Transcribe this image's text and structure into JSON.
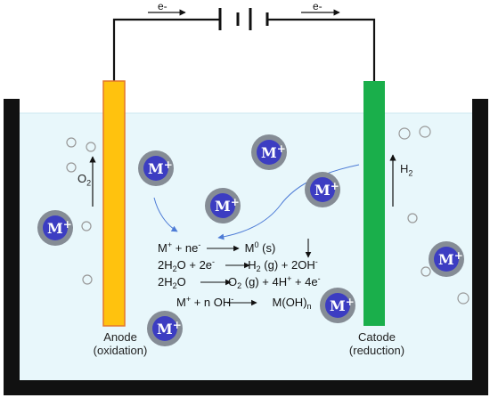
{
  "circuit": {
    "electron_left": "e-",
    "electron_right": "e-"
  },
  "anode": {
    "label": "Anode",
    "sublabel": "(oxidation)",
    "gas_letter": "O",
    "gas_sub": "2"
  },
  "cathode": {
    "label": "Catode",
    "sublabel": "(reduction)",
    "gas_letter": "H",
    "gas_sub": "2"
  },
  "ion": {
    "letter": "M",
    "charge": "+"
  },
  "equations": {
    "eq1": {
      "lhs": "M",
      "lhs_sup": "+",
      "plus": " + ne",
      "ne_sup": "-",
      "rhs": "M",
      "rhs_sup": "0",
      "rhs_state": " (s)"
    },
    "eq2": {
      "a": "2H",
      "a_sub": "2",
      "b": "O + 2e",
      "b_sup": "-",
      "c": "H",
      "c_sub": "2",
      "d": " (g) + 2OH",
      "d_sup": "-"
    },
    "eq3": {
      "a": "2H",
      "a_sub": "2",
      "b": "O",
      "c": "O",
      "c_sub": "2",
      "d": " (g) + 4H",
      "d_sup": "+",
      "e": " + 4e",
      "e_sup": "-"
    },
    "eq4": {
      "a": "M",
      "a_sup": "+",
      "b": " + n OH",
      "b_sup": "-",
      "c": "M(OH)",
      "c_sub": "n"
    }
  },
  "colors": {
    "anode": "#ffc20e",
    "anode_border": "#e2772c",
    "cathode": "#1aaf4b",
    "electrolyte": "#e8f7fb",
    "ion_fill": "#3c3dc2",
    "ion_ring": "#858c95",
    "wire": "#111111",
    "arrow_blue": "#4d7bd6",
    "bubble": "#999999"
  }
}
